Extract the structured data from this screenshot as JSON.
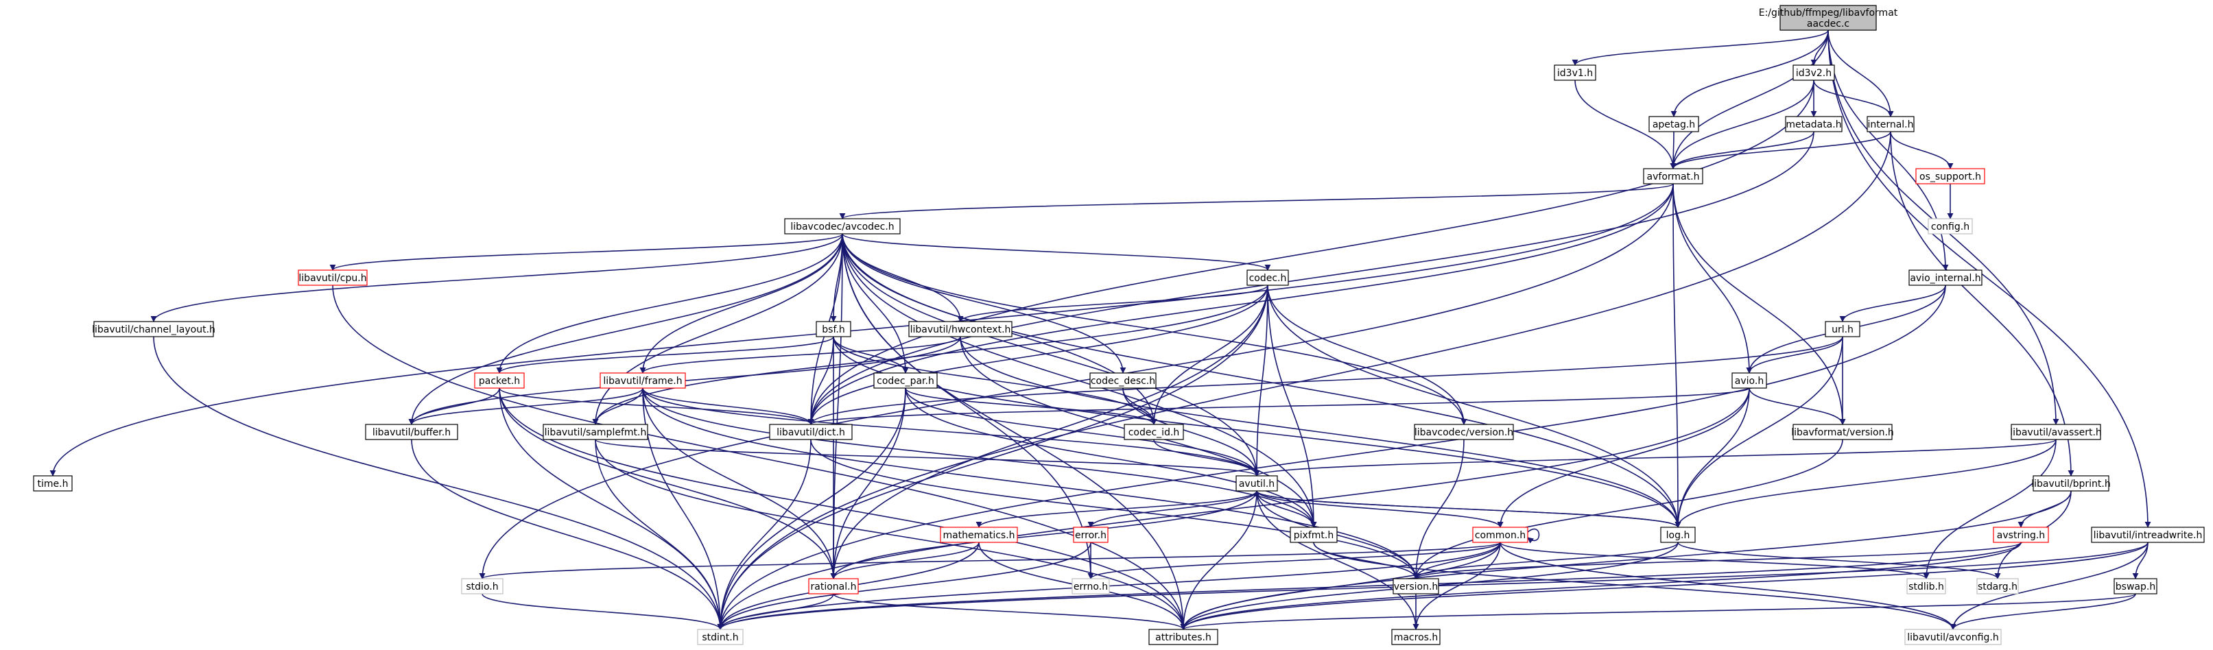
{
  "root": {
    "line1": "E:/github/ffmpeg/libavformat",
    "line2": "aacdec.c"
  },
  "colors": {
    "edge": "#191970",
    "root_fill": "#bfbfbf",
    "border_black": "#000000",
    "border_red": "#ff0000",
    "border_gray": "#bfbfbf",
    "fill": "#ffffff"
  },
  "nodes": {
    "id3v1": "id3v1.h",
    "id3v2": "id3v2.h",
    "apetag": "apetag.h",
    "metadata": "metadata.h",
    "internal": "internal.h",
    "os_support": "os_support.h",
    "config": "config.h",
    "avformat": "avformat.h",
    "avcodec": "libavcodec/avcodec.h",
    "time": "time.h",
    "cpu": "libavutil/cpu.h",
    "codec": "codec.h",
    "channel_layout": "libavutil/channel_layout.h",
    "bsf": "bsf.h",
    "hwcontext": "libavutil/hwcontext.h",
    "avio_internal": "avio_internal.h",
    "url": "url.h",
    "packet": "packet.h",
    "frame": "libavutil/frame.h",
    "codec_par": "codec_par.h",
    "codec_desc": "codec_desc.h",
    "avio": "avio.h",
    "buffer": "libavutil/buffer.h",
    "samplefmt": "libavutil/samplefmt.h",
    "dict": "libavutil/dict.h",
    "codec_id": "codec_id.h",
    "avcodec_version": "libavcodec/version.h",
    "avformat_version": "libavformat/version.h",
    "avassert": "libavutil/avassert.h",
    "bprint": "libavutil/bprint.h",
    "avutil": "avutil.h",
    "time_h": "time.h",
    "mathematics": "mathematics.h",
    "error": "error.h",
    "pixfmt": "pixfmt.h",
    "common": "common.h",
    "log": "log.h",
    "avstring": "avstring.h",
    "intreadwrite": "libavutil/intreadwrite.h",
    "stdio": "stdio.h",
    "rational": "rational.h",
    "errno": "errno.h",
    "version": "version.h",
    "stdlib": "stdlib.h",
    "stdarg": "stdarg.h",
    "bswap": "bswap.h",
    "stdint": "stdint.h",
    "attributes": "attributes.h",
    "macros": "macros.h",
    "avconfig": "libavutil/avconfig.h"
  }
}
